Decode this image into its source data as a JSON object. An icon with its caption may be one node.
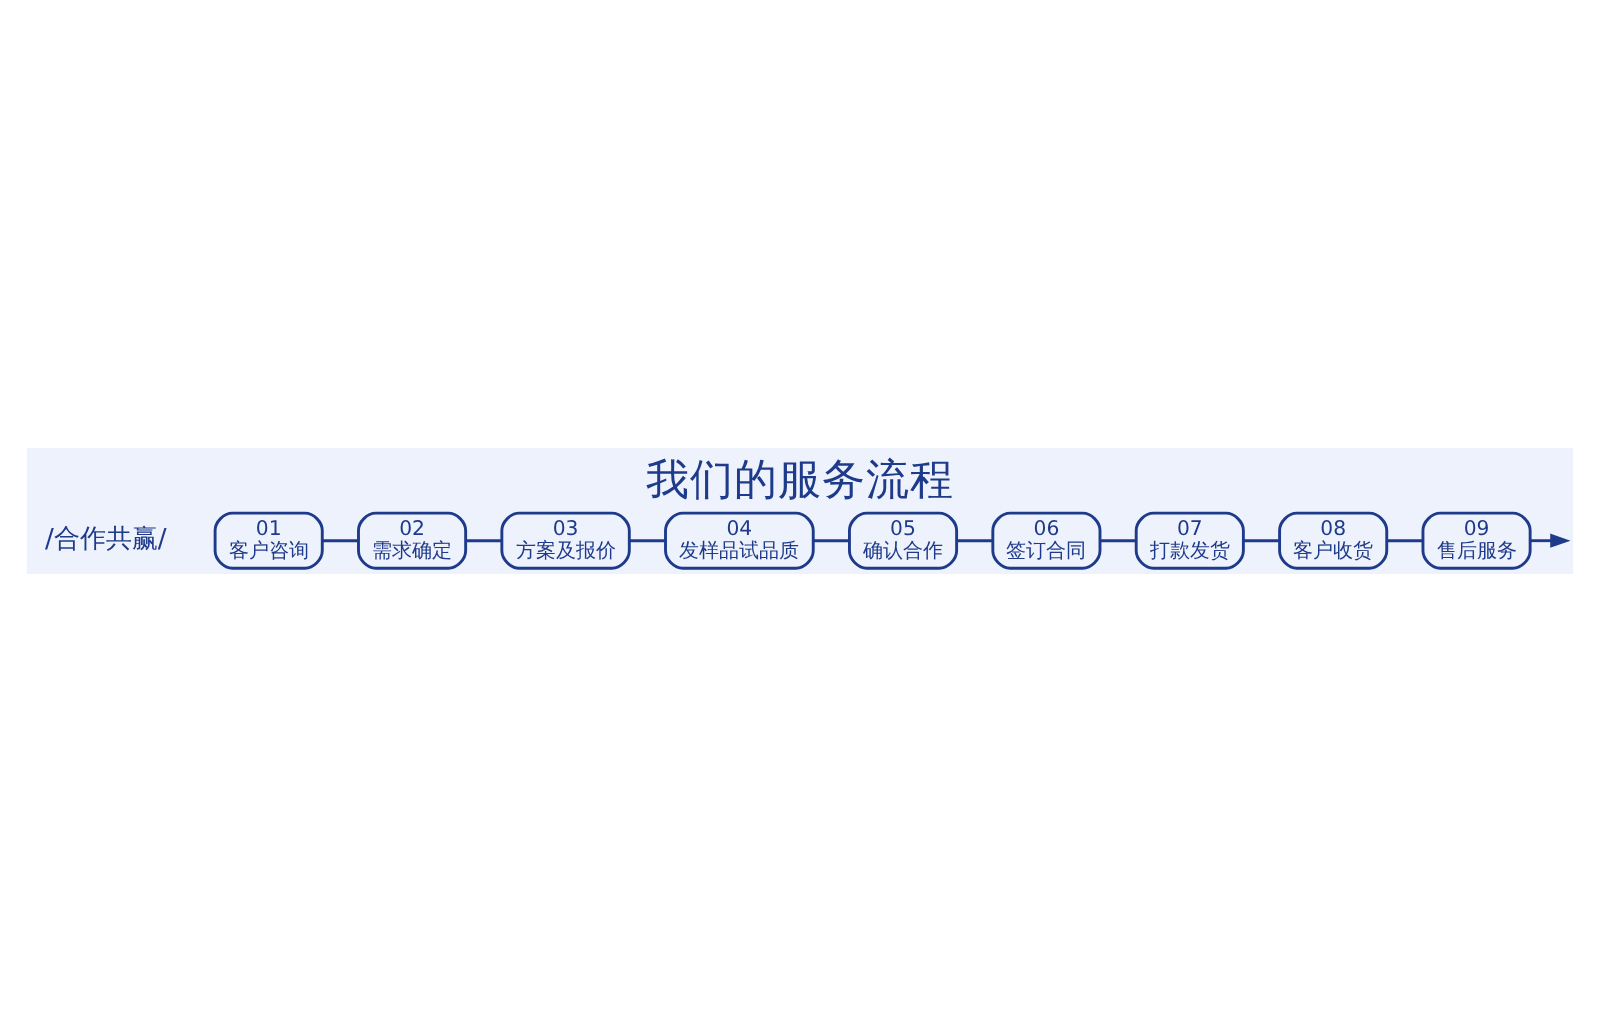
{
  "diagram": {
    "title": "我们的服务流程",
    "nodes": [
      {
        "text": [
          "01",
          "客户咨询"
        ]
      },
      {
        "text": [
          "02",
          "需求确定"
        ]
      },
      {
        "text": [
          "03",
          "方案及报价"
        ]
      },
      {
        "text": [
          "04",
          "发样品试品质"
        ]
      },
      {
        "text": [
          "05",
          "确认合作"
        ]
      },
      {
        "text": [
          "06",
          "签订合同"
        ]
      },
      {
        "text": [
          "07",
          "打款发货"
        ]
      },
      {
        "text": [
          "08",
          "客户收货"
        ]
      },
      {
        "text": [
          "09",
          "售后服务"
        ]
      }
    ],
    "edges": [
      {
        "from": 0,
        "to": 1,
        "arrow": "none"
      },
      {
        "from": 1,
        "to": 2,
        "arrow": "none"
      },
      {
        "from": 2,
        "to": 3,
        "arrow": "none"
      },
      {
        "from": 3,
        "to": 4,
        "arrow": "none"
      },
      {
        "from": 4,
        "to": 5,
        "arrow": "none"
      },
      {
        "from": 5,
        "to": 6,
        "arrow": "none"
      },
      {
        "from": 6,
        "to": 7,
        "arrow": "none"
      },
      {
        "from": 7,
        "to": 8,
        "arrow": "none"
      },
      {
        "from": 8,
        "to": null,
        "arrow": "to"
      }
    ],
    "labels": [
      "/合作共赢/"
    ]
  }
}
